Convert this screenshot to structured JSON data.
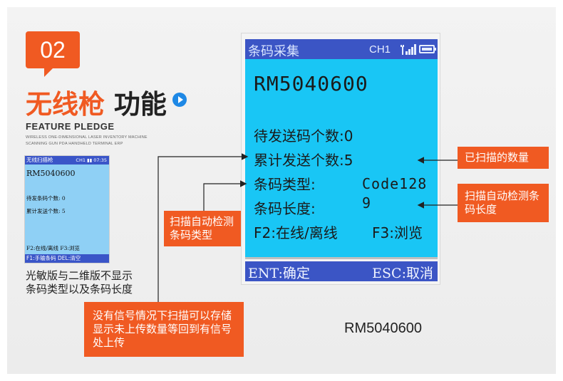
{
  "badge": {
    "number": "02"
  },
  "heading": {
    "orange": "无线枪",
    "dark": "功能"
  },
  "feature": {
    "title": "FEATURE PLEDGE",
    "sub1": "WIRELESS ONE-DIMENSIONAL LASER INVENTORY MACHINE",
    "sub2": "SCANNING GUN PDA HANDHELD TERMINAL ERP"
  },
  "mini_device": {
    "title": "无线扫描枪",
    "status": "CH1 ▮▮ 07:35",
    "code": "RM5040600",
    "line1": "待发条码个数: 0",
    "line2": "累计发送个数: 5",
    "line3": "F2:在线/离线   F3:浏览",
    "footer": "F1:手输条码   DEL:清空"
  },
  "caption": "光敏版与二维版不显示条码类型以及条码长度",
  "device": {
    "title": "条码采集",
    "channel": "CH1",
    "code": "RM5040600",
    "pending": "待发送码个数:0",
    "sent": "累计发送个数:5",
    "type_label": "条码类型:",
    "type_value_1": "Code128",
    "type_value_2": "9",
    "length_label": "条码长度:",
    "fkeys_left": "F2:在线/离线",
    "fkeys_right": "F3:浏览",
    "footer_left": "ENT:确定",
    "footer_right": "ESC:取消"
  },
  "callouts": {
    "scanned": "已扫描的数量",
    "auto_length": "扫描自动检测条码长度",
    "auto_type": "扫描自动检测条码类型",
    "offline": "没有信号情况下扫描可以存储显示未上传数量等回到有信号处上传"
  },
  "model_label": "RM5040600",
  "colors": {
    "accent": "#f05a22",
    "screen": "#19c6f5",
    "bar": "#3b55c5"
  }
}
